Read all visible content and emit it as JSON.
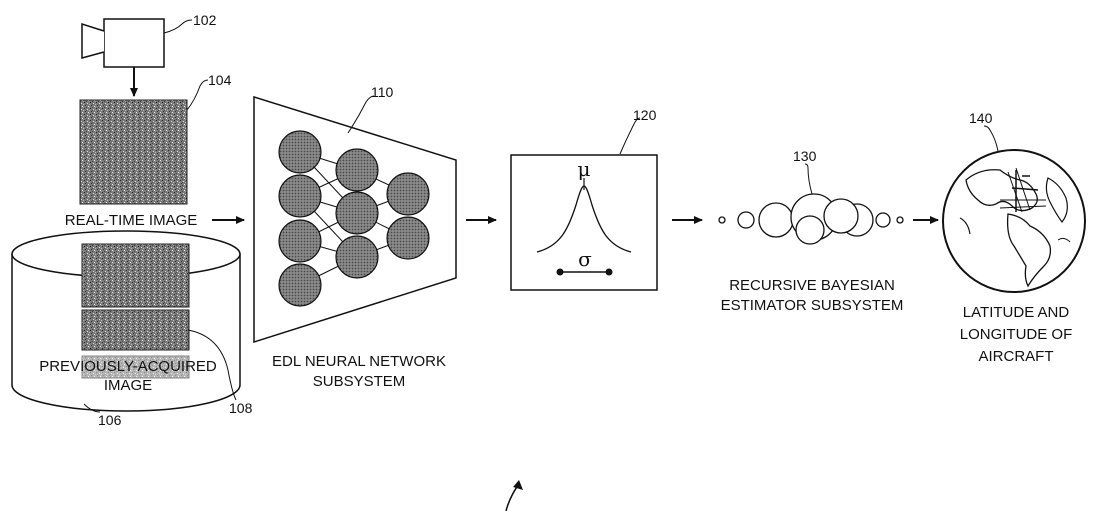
{
  "camera": {
    "ref": "102"
  },
  "realtime_image": {
    "ref": "104",
    "label": "REAL-TIME IMAGE"
  },
  "database": {
    "ref": "106",
    "image_ref": "108",
    "label_line1": "PREVIOUSLY-ACQUIRED",
    "label_line2": "IMAGE"
  },
  "neural_network": {
    "ref": "110",
    "label_line1": "EDL NEURAL NETWORK",
    "label_line2": "SUBSYSTEM"
  },
  "distribution": {
    "ref": "120",
    "mu": "μ",
    "sigma": "σ"
  },
  "bayesian": {
    "ref": "130",
    "label_line1": "RECURSIVE BAYESIAN",
    "label_line2": "ESTIMATOR SUBSYSTEM"
  },
  "globe": {
    "ref": "140",
    "label_line1": "LATITUDE AND",
    "label_line2": "LONGITUDE OF",
    "label_line3": "AIRCRAFT"
  }
}
